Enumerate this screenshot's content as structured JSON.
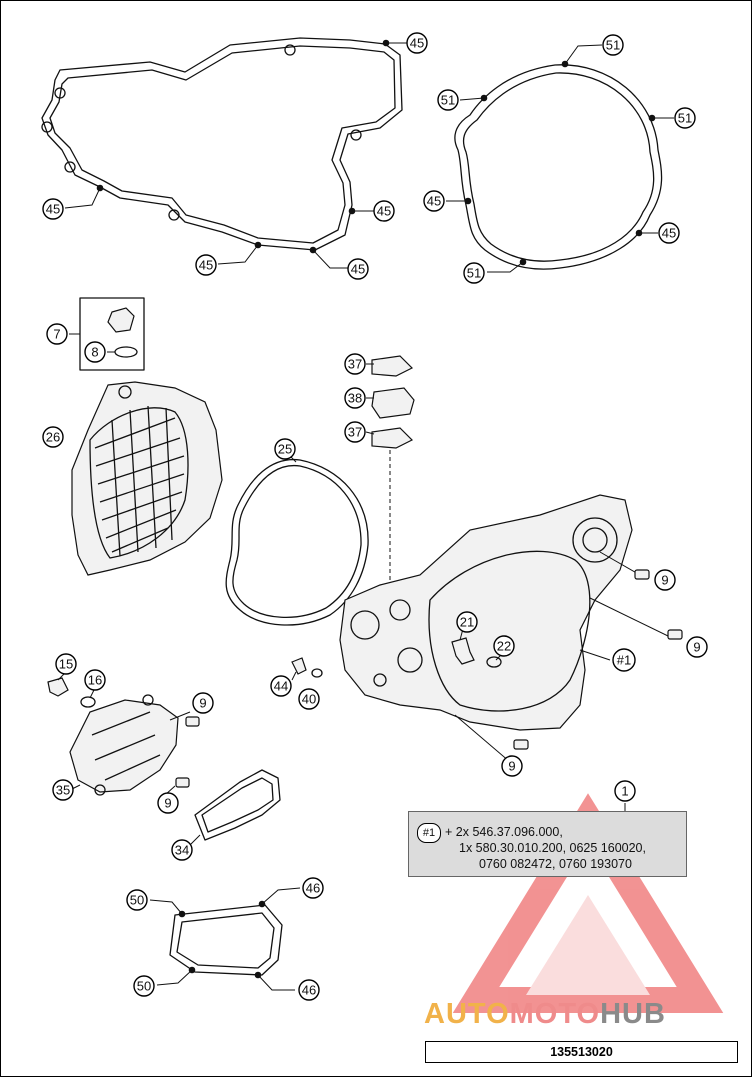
{
  "callouts": {
    "c45": "45",
    "c51": "51",
    "c7": "7",
    "c8": "8",
    "c26": "26",
    "c25": "25",
    "c37": "37",
    "c38": "38",
    "c9": "9",
    "c21": "21",
    "c22": "22",
    "c15": "15",
    "c16": "16",
    "c44": "44",
    "c40": "40",
    "c35": "35",
    "c34": "34",
    "c1": "1",
    "c50": "50",
    "c46": "46",
    "ref1": "#1"
  },
  "note": {
    "tag": "#1",
    "line1": "+ 2x 546.37.096.000,",
    "line2": "1x 580.30.010.200, 0625 160020,",
    "line3": "0760 082472, 0760 193070"
  },
  "brand": {
    "part1": "AUTO",
    "part2": "MOTO",
    "part3": "HUB"
  },
  "doc_number": "135513020",
  "colors": {
    "watermark_red": "#e83a3a",
    "brand_orange": "#f1b24a",
    "note_bg": "#dcdcdc"
  }
}
